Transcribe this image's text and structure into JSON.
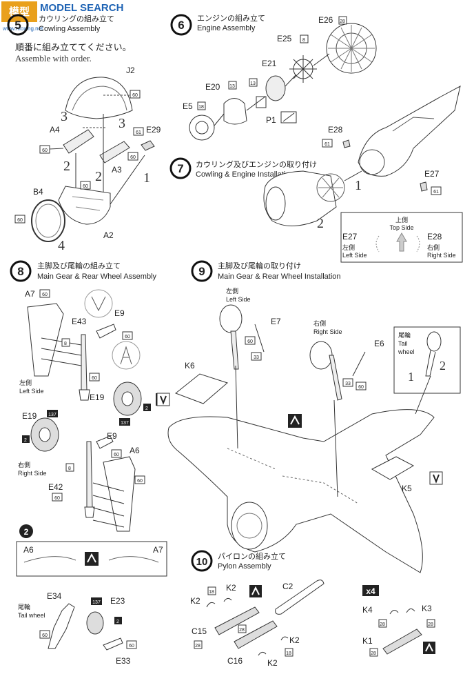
{
  "watermark": {
    "text": "MODEL SEARCH",
    "sub": "www.moxing.net",
    "logo_text": "模型"
  },
  "steps": {
    "s5": {
      "num": "5",
      "ja": "カウリングの組み立て",
      "en": "Cowling Assembly",
      "note_ja": "順番に組み立ててください。",
      "note_en": "Assemble with order."
    },
    "s6": {
      "num": "6",
      "ja": "エンジンの組み立て",
      "en": "Engine Assembly"
    },
    "s7": {
      "num": "7",
      "ja": "カウリング及びエンジンの取り付け",
      "en": "Cowling & Engine Installation"
    },
    "s8": {
      "num": "8",
      "ja": "主脚及び尾輪の組み立て",
      "en": "Main Gear & Rear Wheel Assembly"
    },
    "s9": {
      "num": "9",
      "ja": "主脚及び尾輪の取り付け",
      "en": "Main Gear & Rear Wheel Installation"
    },
    "s10": {
      "num": "10",
      "ja": "パイロンの組み立て",
      "en": "Pylon Assembly"
    }
  },
  "labels": {
    "left_ja": "左側",
    "left_en": "Left Side",
    "right_ja": "右側",
    "right_en": "Right Side",
    "top_ja": "上側",
    "top_en": "Top Side",
    "tail_ja": "尾輪",
    "tail_en1": "Tail",
    "tail_en2": "wheel",
    "tail_en": "Tail wheel",
    "x4": "x4"
  },
  "parts": {
    "J2": "J2",
    "A4": "A4",
    "A3": "A3",
    "A2": "A2",
    "B4": "B4",
    "E29": "E29",
    "E26": "E26",
    "E25": "E25",
    "E21": "E21",
    "E20": "E20",
    "E5": "E5",
    "P1": "P1",
    "E28": "E28",
    "E27": "E27",
    "A7": "A7",
    "E43": "E43",
    "E9": "E9",
    "E19": "E19",
    "E42": "E42",
    "A6": "A6",
    "E7": "E7",
    "E6": "E6",
    "K6": "K6",
    "K5": "K5",
    "E34": "E34",
    "E23": "E23",
    "E33": "E33",
    "C2": "C2",
    "K2": "K2",
    "C15": "C15",
    "C16": "C16",
    "K4": "K4",
    "K3": "K3",
    "K1": "K1"
  },
  "callouts": {
    "c60": "60",
    "c61": "61",
    "c13": "13",
    "c8": "8",
    "c28": "28",
    "c18": "18",
    "c137": "137",
    "c2": "2",
    "c33": "33"
  },
  "order": {
    "n1": "1",
    "n2": "2",
    "n3": "3",
    "n4": "4"
  }
}
